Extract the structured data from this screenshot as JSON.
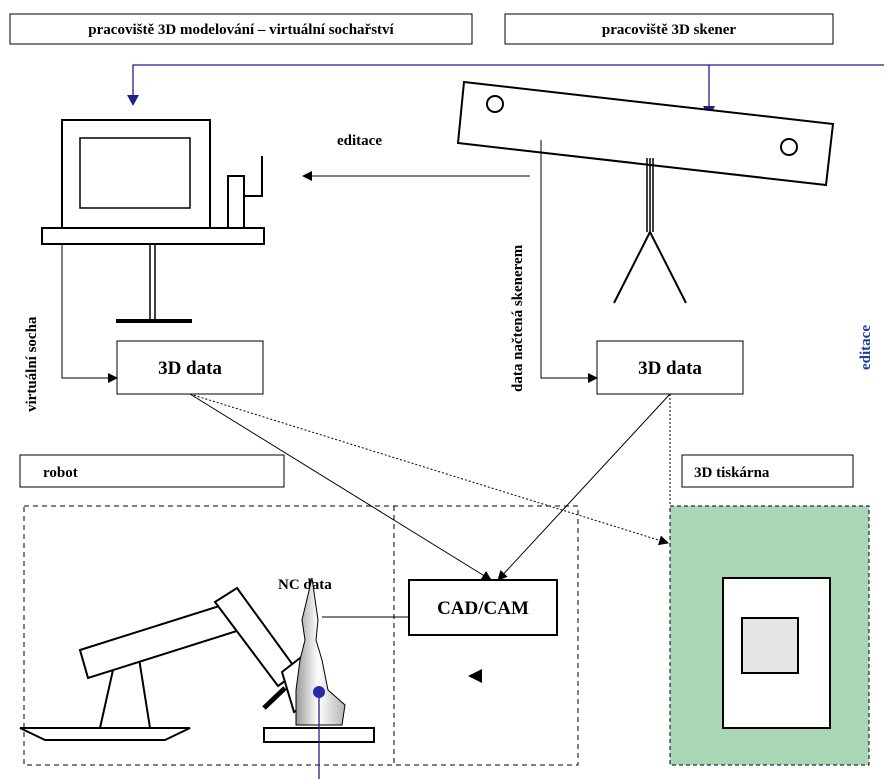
{
  "labels": {
    "workstation_modeling": "pracoviště 3D modelování – virtuální sochařství",
    "workstation_scanner": "pracoviště 3D skener",
    "editace_top": "editace",
    "editace_right": "editace",
    "scanner_data": "data načtená skenerem",
    "virtual_statue": "virtuální socha",
    "data_left": "3D data",
    "data_right": "3D data",
    "robot": "robot",
    "printer": "3D tiskárna",
    "cadcam": "CAD/CAM",
    "nc_data": "NC data"
  },
  "colors": {
    "connector_blue": "#1f1f8f",
    "printer_fill": "#a9d6b5",
    "editace_blue": "#1f3f9f"
  }
}
